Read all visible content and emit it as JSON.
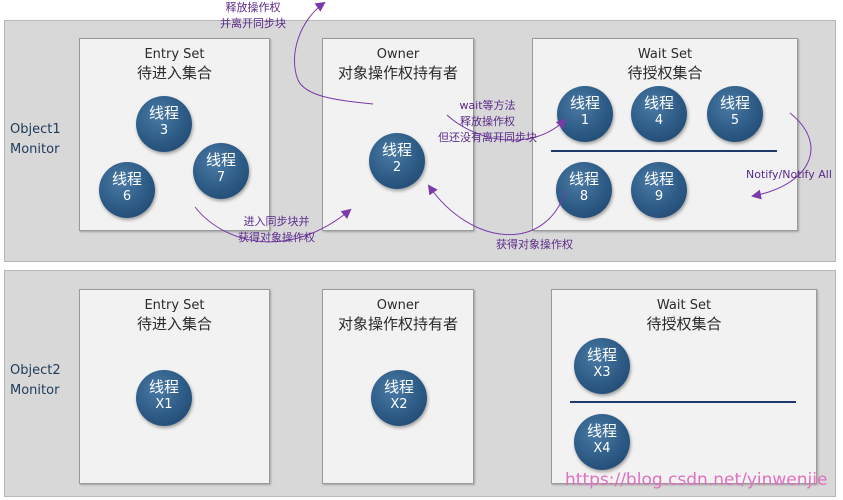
{
  "object1": {
    "label_line1": "Object1",
    "label_line2": "Monitor",
    "entry_set": {
      "title": "Entry Set",
      "title_zh": "待进入集合",
      "threads": [
        {
          "name": "线程",
          "id": "3"
        },
        {
          "name": "线程",
          "id": "7"
        },
        {
          "name": "线程",
          "id": "6"
        }
      ]
    },
    "owner": {
      "title": "Owner",
      "title_zh": "对象操作权持有者",
      "threads": [
        {
          "name": "线程",
          "id": "2"
        }
      ]
    },
    "wait_set": {
      "title": "Wait Set",
      "title_zh": "待授权集合",
      "threads": [
        {
          "name": "线程",
          "id": "1"
        },
        {
          "name": "线程",
          "id": "4"
        },
        {
          "name": "线程",
          "id": "5"
        },
        {
          "name": "线程",
          "id": "8"
        },
        {
          "name": "线程",
          "id": "9"
        }
      ]
    }
  },
  "object2": {
    "label_line1": "Object2",
    "label_line2": "Monitor",
    "entry_set": {
      "title": "Entry Set",
      "title_zh": "待进入集合",
      "threads": [
        {
          "name": "线程",
          "id": "X1"
        }
      ]
    },
    "owner": {
      "title": "Owner",
      "title_zh": "对象操作权持有者",
      "threads": [
        {
          "name": "线程",
          "id": "X2"
        }
      ]
    },
    "wait_set": {
      "title": "Wait Set",
      "title_zh": "待授权集合",
      "threads": [
        {
          "name": "线程",
          "id": "X3"
        },
        {
          "name": "线程",
          "id": "X4"
        }
      ]
    }
  },
  "annotations": {
    "release_line1": "释放操作权",
    "release_line2": "并离开同步块",
    "enter_line1": "进入同步块并",
    "enter_line2": "获得对象操作权",
    "wait_line1": "wait等方法",
    "wait_line2": "释放操作权",
    "wait_line3": "但还没有离开同步块",
    "acquire": "获得对象操作权",
    "notify": "Notify/Notify All"
  },
  "watermark": "https://blog.csdn.net/yinwenjie",
  "colors": {
    "thread": "#2c5a85",
    "arrow": "#7a3aaa",
    "divider": "#1f3a6a",
    "monitor_bg": "#d8d8d8"
  }
}
